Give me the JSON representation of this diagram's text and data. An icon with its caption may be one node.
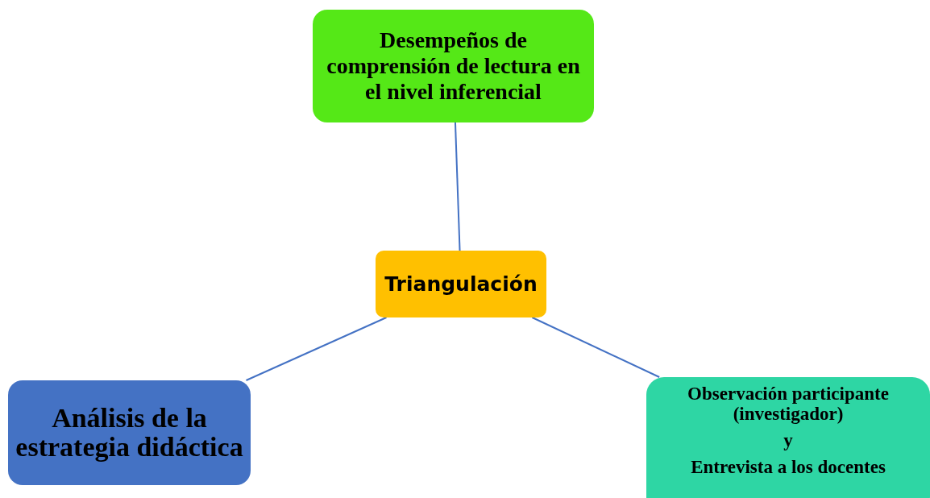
{
  "diagram": {
    "nodes": [
      {
        "text": [
          "Desempeños de comprensión de lectura en el nivel inferencial"
        ]
      },
      {
        "text": [
          "Triangulación"
        ]
      },
      {
        "text": [
          "Análisis de la estrategia didáctica"
        ]
      },
      {
        "text": [
          "Observación participante (investigador)",
          "y",
          "Entrevista a los docentes"
        ]
      }
    ],
    "edges": [
      {
        "from": 0,
        "to": 1,
        "arrow": "none"
      },
      {
        "from": 1,
        "to": 2,
        "arrow": "none"
      },
      {
        "from": 1,
        "to": 3,
        "arrow": "none"
      }
    ]
  }
}
